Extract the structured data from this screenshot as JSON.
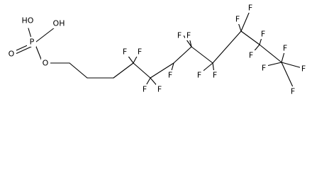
{
  "molecule": {
    "atoms": {
      "p": "P",
      "o_ester": "O",
      "o_double": "O",
      "oh_upper": "HO",
      "oh_right": "OH"
    },
    "fluorines": [
      "F",
      "F",
      "F",
      "F",
      "F",
      "F",
      "F",
      "F",
      "F",
      "F",
      "F",
      "F",
      "F",
      "F",
      "F",
      "F",
      "F"
    ]
  },
  "colors": {
    "bond": "#000000",
    "text": "#000000",
    "background": "#ffffff"
  }
}
